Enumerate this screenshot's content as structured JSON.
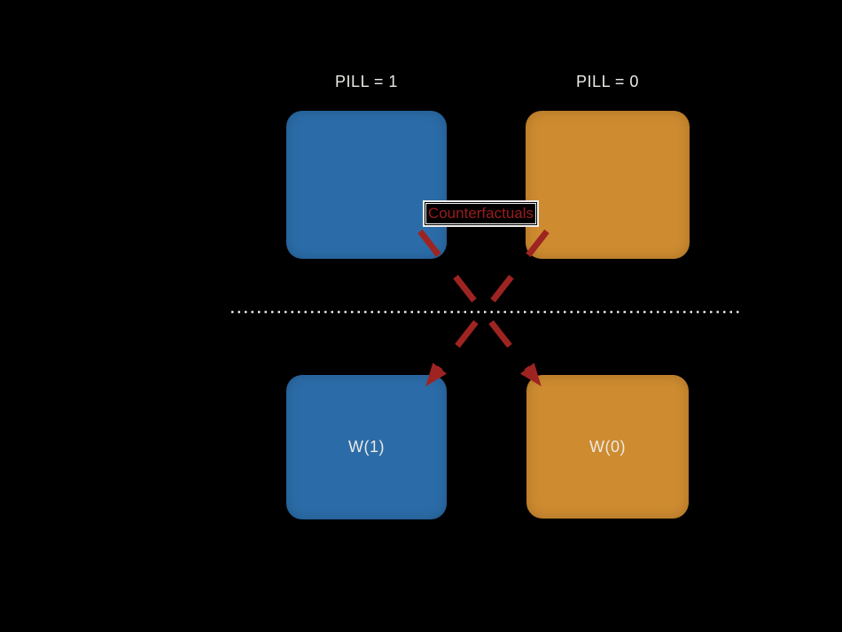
{
  "slide": {
    "background_color": "#000000",
    "groups": {
      "pill1": {
        "header": "PILL = 1",
        "square_color": "#2B6CA8"
      },
      "pill0": {
        "header": "PILL = 0",
        "square_color": "#CE8B30"
      }
    },
    "counterfactuals": {
      "label": "Counterfactuals",
      "text_color": "#9B1C1E",
      "frame_color": "#EFEFEF"
    },
    "potential_outcomes": {
      "w1": {
        "label": "W(1)",
        "square_color": "#2B6CA8"
      },
      "w0": {
        "label": "W(0)",
        "square_color": "#CE8B30"
      }
    },
    "arrows": {
      "color": "#9E2422",
      "style": "dashed-with-arrowhead",
      "left_arrow": {
        "from": "pill0-square",
        "to": "w1-square"
      },
      "right_arrow": {
        "from": "pill1-square",
        "to": "w0-square"
      }
    },
    "divider": {
      "style": "dotted",
      "color": "#E8E8E8"
    },
    "text_color": "#ECEAE4"
  }
}
